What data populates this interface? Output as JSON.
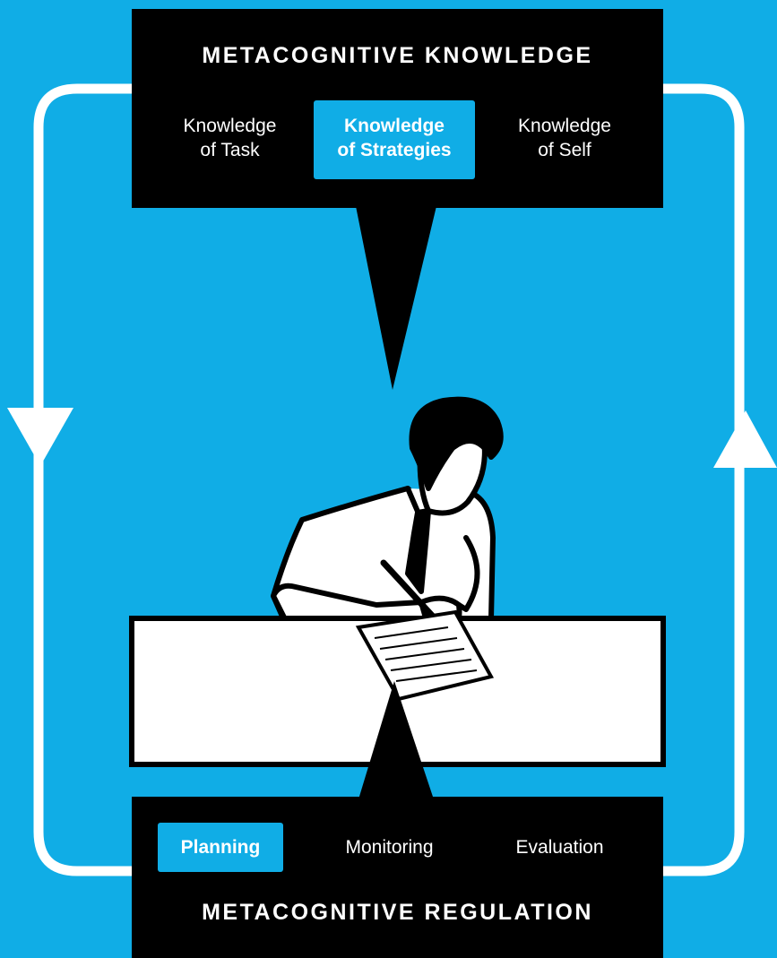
{
  "knowledge": {
    "title": "METACOGNITIVE KNOWLEDGE",
    "items": [
      {
        "label": "Knowledge\nof Task",
        "highlighted": false
      },
      {
        "label": "Knowledge\nof Strategies",
        "highlighted": true
      },
      {
        "label": "Knowledge\nof Self",
        "highlighted": false
      }
    ]
  },
  "regulation": {
    "title": "METACOGNITIVE REGULATION",
    "items": [
      {
        "label": "Planning",
        "highlighted": true
      },
      {
        "label": "Monitoring",
        "highlighted": false
      },
      {
        "label": "Evaluation",
        "highlighted": false
      }
    ]
  },
  "colors": {
    "background": "#10ADE6",
    "box": "#000000",
    "loop": "#FFFFFF",
    "highlight": "#10ADE6"
  },
  "icons": [
    "down-arrow-icon",
    "up-arrow-icon",
    "person-writing-illustration"
  ]
}
